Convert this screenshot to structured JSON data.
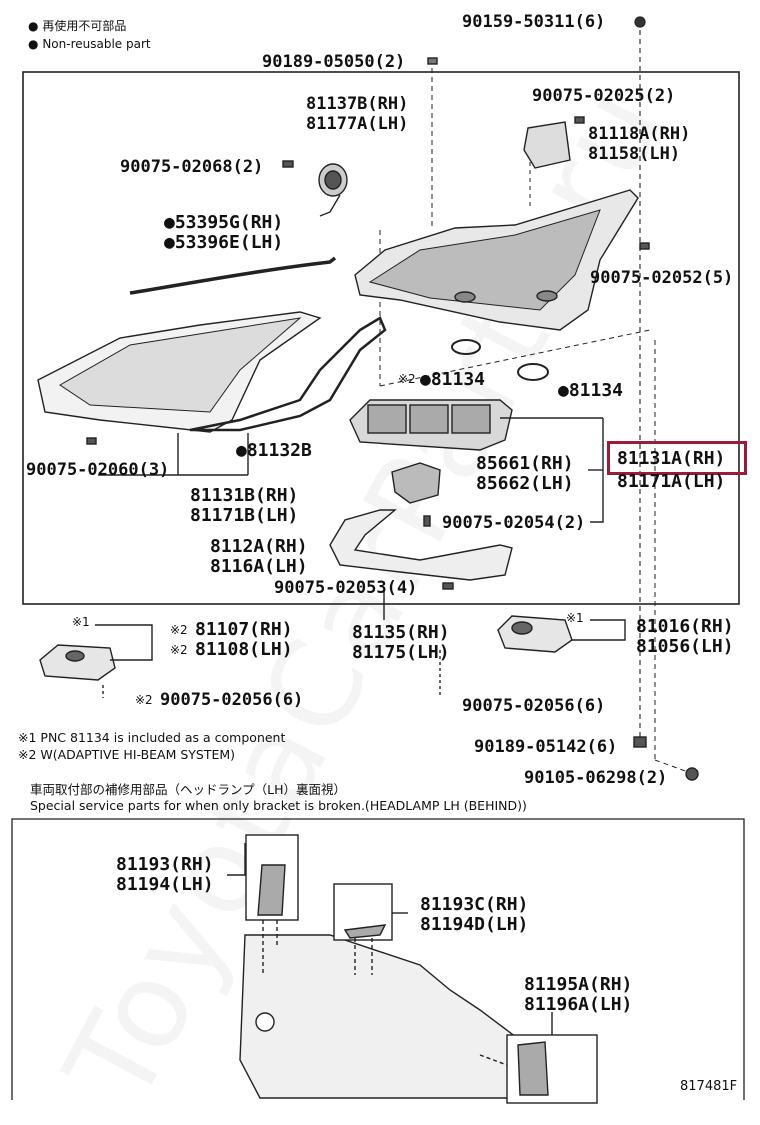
{
  "legend": {
    "symbol": "●",
    "ja": "再使用不可部品",
    "en": "Non-reusable part"
  },
  "watermark": "ToyotaCarParts.ru",
  "parts": {
    "p90159": "90159-50311(6)",
    "p90189a": "90189-05050(2)",
    "p81137": "81137B(RH)",
    "p81177": "81177A(LH)",
    "p90075_02025": "90075-02025(2)",
    "p81118": "81118A(RH)",
    "p81158": "81158(LH)",
    "p90075_02068": "90075-02068(2)",
    "p53395": "●53395G(RH)",
    "p53396": "●53396E(LH)",
    "p90075_02052": "90075-02052(5)",
    "p81134a": "●81134",
    "p81134a_mark": "※2",
    "p81134b": "●81134",
    "p90075_02060": "90075-02060(3)",
    "p81132": "●81132B",
    "p85661": "85661(RH)",
    "p85662": "85662(LH)",
    "p81131a": "81131A(RH)",
    "p81171a": "81171A(LH)",
    "p81131b": "81131B(RH)",
    "p81171b": "81171B(LH)",
    "p90075_02054": "90075-02054(2)",
    "p8112": "8112A(RH)",
    "p8116": "8116A(LH)",
    "p90075_02053": "90075-02053(4)",
    "p81107": "81107(RH)",
    "p81108": "81108(LH)",
    "p81107_mark": "※2",
    "p81108_mark": "※2",
    "p81107_note": "※1",
    "p81135": "81135(RH)",
    "p81175": "81175(LH)",
    "p81016": "81016(RH)",
    "p81056": "81056(LH)",
    "p81016_note": "※1",
    "p90075_02056a": "90075-02056(6)",
    "p90075_02056a_mark": "※2",
    "p90075_02056b": "90075-02056(6)",
    "p90189b": "90189-05142(6)",
    "p90105": "90105-06298(2)",
    "p81193": "81193(RH)",
    "p81194": "81194(LH)",
    "p81193c": "81193C(RH)",
    "p81194d": "81194D(LH)",
    "p81195": "81195A(RH)",
    "p81196": "81196A(LH)"
  },
  "notes": {
    "n1": "※1   PNC 81134 is included as a component",
    "n2": "※2   W(ADAPTIVE HI-BEAM SYSTEM)",
    "special_ja": "車両取付部の補修用部品（ヘッドランプ（LH）裏面視）",
    "special_en": "Special service parts for when only bracket is broken.(HEADLAMP LH (BEHIND))"
  },
  "figure_id": "817481F",
  "colors": {
    "highlight": "#9b1b3a",
    "ink": "#111111"
  }
}
